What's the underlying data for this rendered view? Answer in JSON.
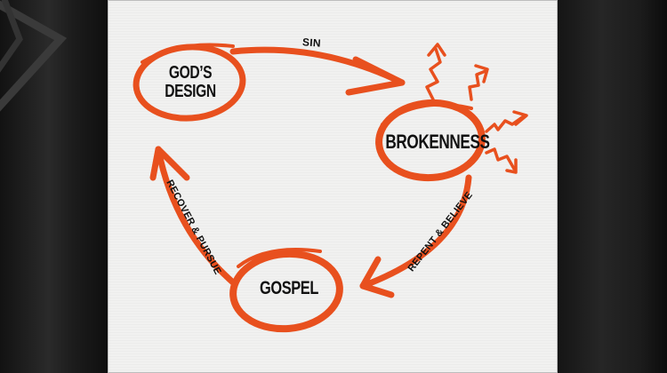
{
  "diagram": {
    "type": "cycle",
    "accent_color": "#e8501e",
    "nodes": [
      {
        "id": "gods-design",
        "label_line1": "GOD’S",
        "label_line2": "DESIGN"
      },
      {
        "id": "brokenness",
        "label": "BROKENNESS"
      },
      {
        "id": "gospel",
        "label": "GOSPEL"
      }
    ],
    "edges": [
      {
        "from": "gods-design",
        "to": "brokenness",
        "label": "SIN"
      },
      {
        "from": "brokenness",
        "to": "gospel",
        "label": "REPENT & BELIEVE"
      },
      {
        "from": "gospel",
        "to": "gods-design",
        "label": "RECOVER & PURSUE"
      }
    ]
  }
}
